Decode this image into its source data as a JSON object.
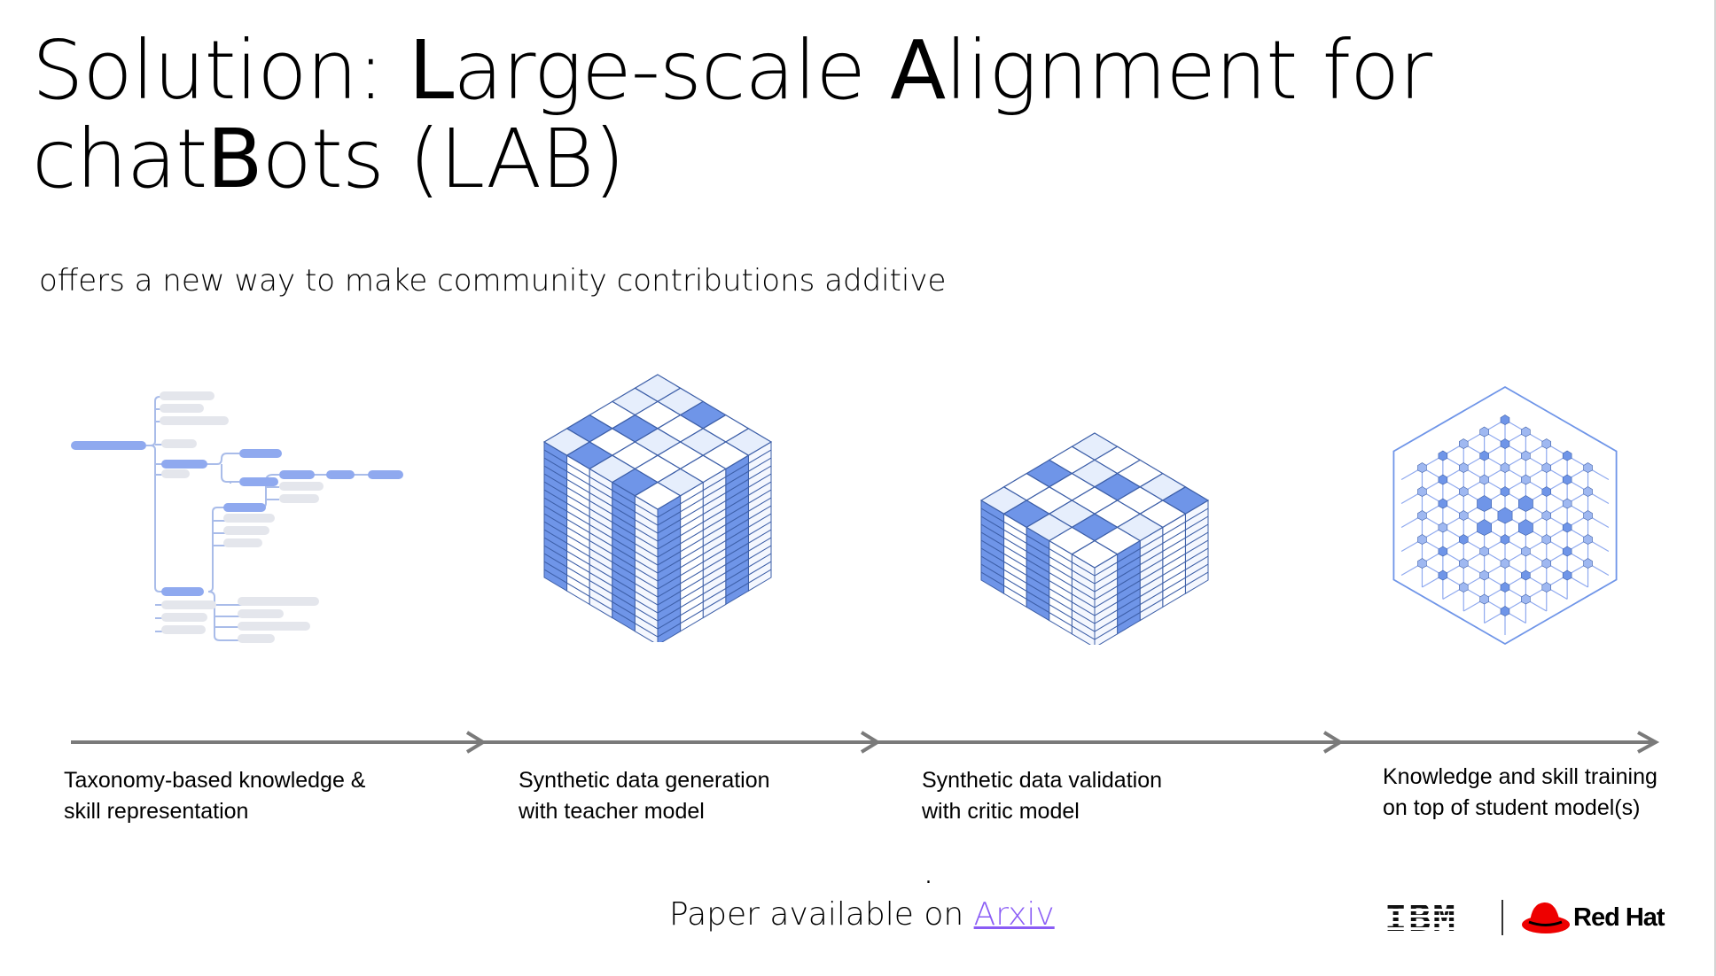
{
  "slide": {
    "title_prefix": "Solution:",
    "title_segments": [
      {
        "text": " ",
        "hl": false
      },
      {
        "text": "L",
        "hl": true
      },
      {
        "text": "arge-scale ",
        "hl": false
      },
      {
        "text": "A",
        "hl": true
      },
      {
        "text": "lignment for chat",
        "hl": false
      },
      {
        "text": "B",
        "hl": true
      },
      {
        "text": "ots (",
        "hl": false
      },
      {
        "text": "LAB",
        "hl": false
      },
      {
        "text": ")",
        "hl": false
      }
    ],
    "subtitle": "offers a new way to make community contributions additive",
    "steps": [
      {
        "line1": "Taxonomy-based knowledge &",
        "line2": "skill representation"
      },
      {
        "line1": "Synthetic data generation",
        "line2": "with teacher model"
      },
      {
        "line1": "Synthetic data validation",
        "line2": "with critic model"
      },
      {
        "line1": "Knowledge and skill training",
        "line2": "on top of student model(s)"
      }
    ],
    "dot": ".",
    "paper_prefix": "Paper available on ",
    "paper_link": "Arxiv",
    "logos": {
      "ibm": "IBM",
      "redhat": "Red Hat"
    },
    "colors": {
      "accent": "#6f95e8",
      "light": "#e6eefc",
      "text": "#000000",
      "arrow": "#7a7a7a",
      "link": "#8a5cf5",
      "redhat": "#ee0000"
    }
  }
}
